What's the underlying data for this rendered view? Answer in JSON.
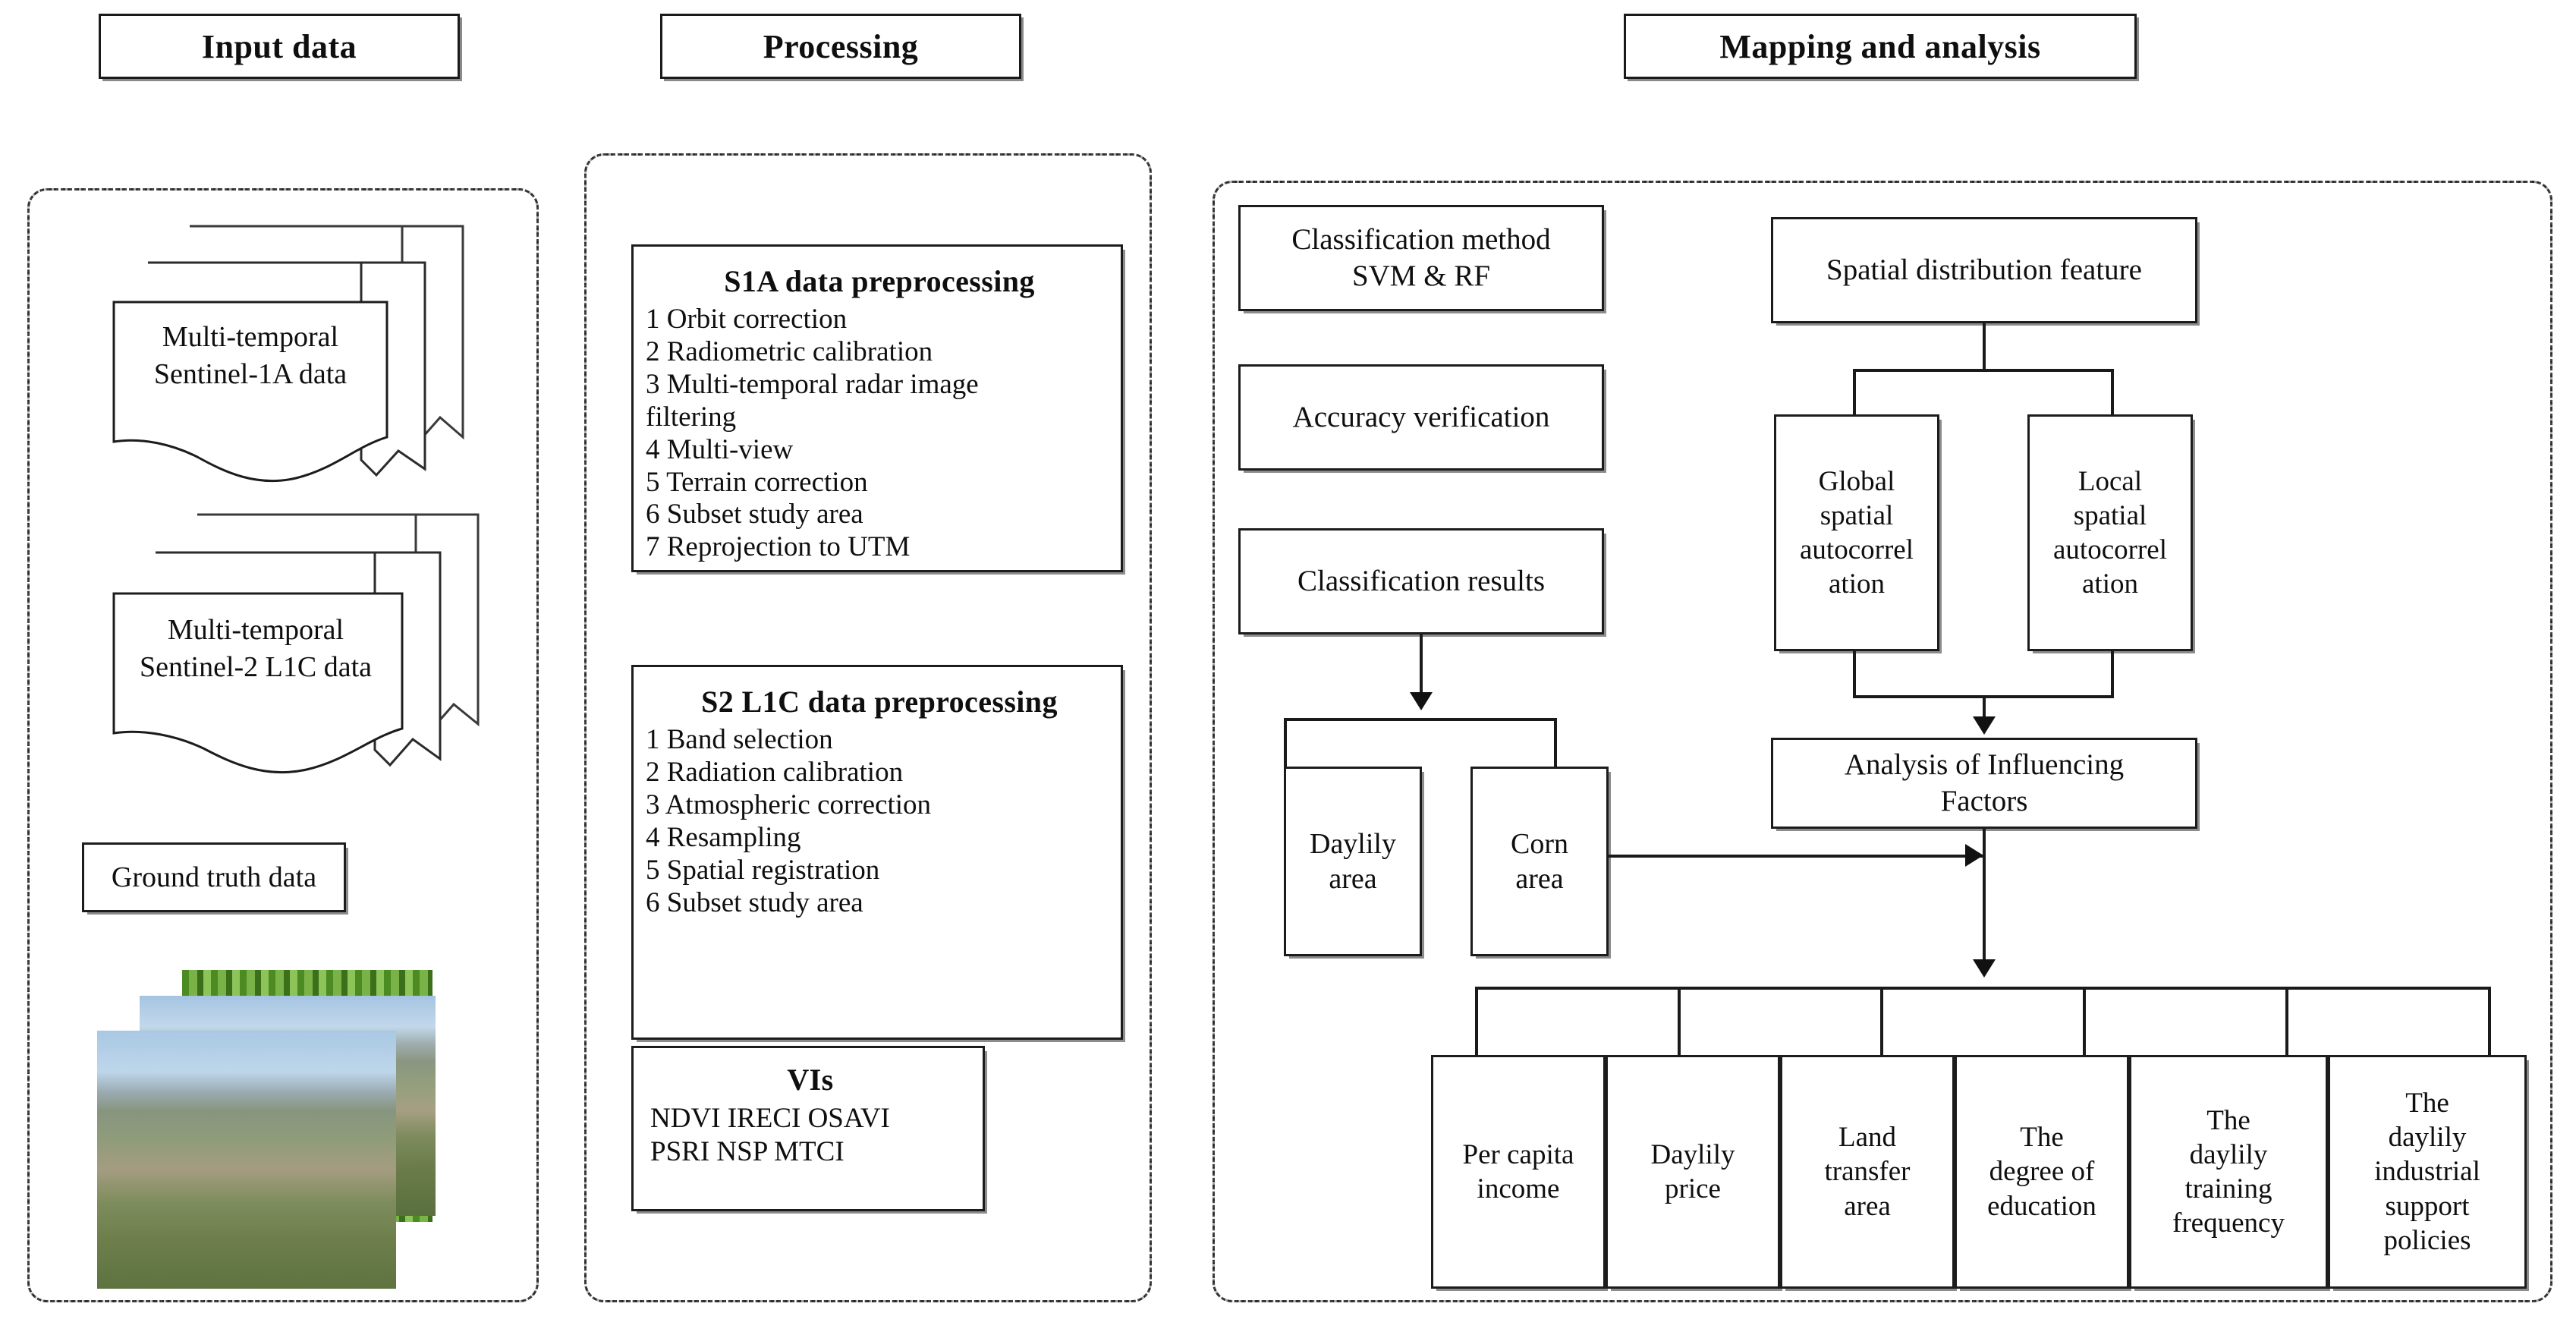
{
  "headers": [
    {
      "label": "Input data"
    },
    {
      "label": "Processing"
    },
    {
      "label": "Mapping and analysis"
    }
  ],
  "input_column": {
    "documents": [
      {
        "line1": "Multi-temporal",
        "line2": "Sentinel-1A data"
      },
      {
        "line1": "Multi-temporal",
        "line2": "Sentinel-2 L1C data"
      }
    ],
    "ground_truth": "Ground truth data",
    "photos": [
      {
        "name": "crop-rows-aerial-photo"
      },
      {
        "name": "farmland-landscape-photo-back"
      },
      {
        "name": "farmland-landscape-photo-front"
      }
    ]
  },
  "processing_column": {
    "s1a": {
      "title": "S1A data preprocessing",
      "steps": [
        "1 Orbit correction",
        "2 Radiometric calibration",
        "3 Multi-temporal radar image\nfiltering",
        "4 Multi-view",
        "5 Terrain correction",
        "6 Subset study area",
        "7 Reprojection to UTM"
      ]
    },
    "s2": {
      "title": "S2 L1C data preprocessing",
      "steps": [
        "1 Band selection",
        "2 Radiation calibration",
        "3 Atmospheric correction",
        "4 Resampling",
        "5 Spatial registration",
        "6 Subset study area"
      ]
    },
    "vis": {
      "title": "VIs",
      "line1": "NDVI IRECI OSAVI",
      "line2": "PSRI NSP MTCI"
    }
  },
  "mapping_column": {
    "classification_method": "Classification method\nSVM & RF",
    "accuracy_verification": "Accuracy verification",
    "classification_results": "Classification results",
    "daylily_area": "Daylily\narea",
    "corn_area": "Corn\narea",
    "spatial_distribution_feature": "Spatial distribution feature",
    "global_autocorrelation": "Global\nspatial\nautocorrel\nation",
    "local_autocorrelation": "Local\nspatial\nautocorrel\nation",
    "analysis_of_influencing_factors": "Analysis of Influencing\nFactors",
    "factors": [
      "Per capita\nincome",
      "Daylily\nprice",
      "Land\ntransfer\narea",
      "The\ndegree of\neducation",
      "The\ndaylily\ntraining\nfrequency",
      "The\ndaylily\nindustrial\nsupport\npolicies"
    ]
  },
  "colors": {
    "line": "#1a1a1a",
    "box_border": "#1c1c1c",
    "shadow": "#8c8c8c",
    "panel_border": "#2a2a2a",
    "background": "#ffffff"
  }
}
